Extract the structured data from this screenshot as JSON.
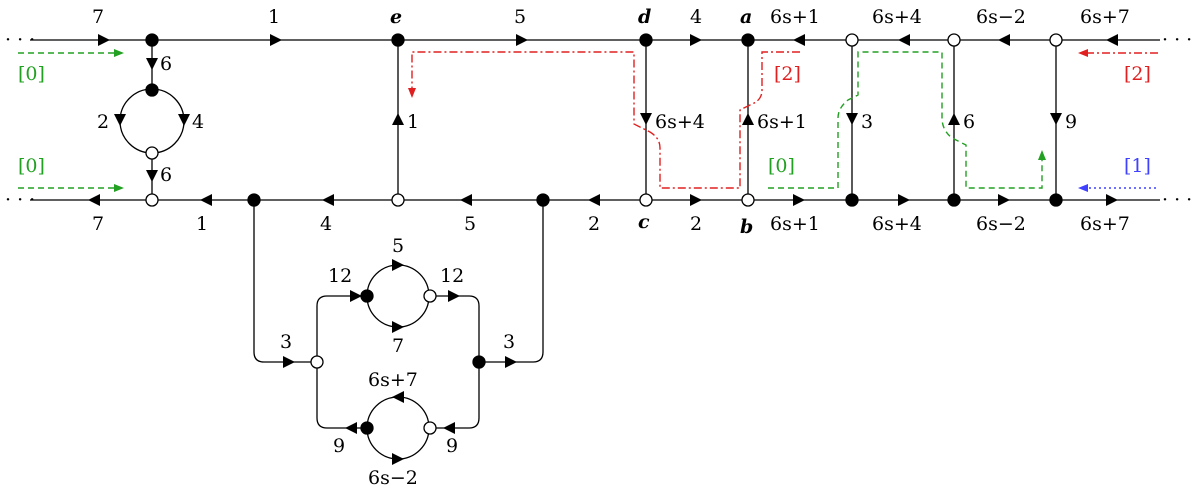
{
  "diagram": {
    "node_labels": {
      "e": "e",
      "d": "d",
      "a": "a",
      "c": "c",
      "b": "b"
    },
    "ellipsis": "· · ·",
    "edge_labels": {
      "top_left_7": "7",
      "top_1": "1",
      "top_5": "5",
      "top_4": "4",
      "top_6s1": "6s+1",
      "top_6s4": "6s+4",
      "top_6sm2": "6s−2",
      "top_6s7": "6s+7",
      "left_v_top_6": "6",
      "left_loop_2": "2",
      "left_loop_4": "4",
      "left_v_bot_6": "6",
      "e_vertical_1": "1",
      "d_vertical_6s4": "6s+4",
      "a_vertical_6s1": "6s+1",
      "v_3": "3",
      "v_6": "6",
      "v_9": "9",
      "bot_left_7": "7",
      "bot_1": "1",
      "bot_4": "4",
      "bot_5": "5",
      "bot_2a": "2",
      "bot_2b": "2",
      "bot_6s1": "6s+1",
      "bot_6s4": "6s+4",
      "bot_6sm2": "6s−2",
      "bot_6s7": "6s+7",
      "sub_3_left": "3",
      "sub_3_right": "3",
      "sub_12_left": "12",
      "sub_12_right": "12",
      "sub_loop_5": "5",
      "sub_loop_7": "7",
      "sub_9_left": "9",
      "sub_9_right": "9",
      "sub_loop_6s7": "6s+7",
      "sub_loop_6sm2": "6s−2"
    },
    "tags": {
      "green_left_top": "[0]",
      "green_left_bot": "[0]",
      "green_mid": "[0]",
      "red_mid": "[2]",
      "red_right": "[2]",
      "blue_right": "[1]"
    },
    "colors": {
      "line": "#000000",
      "green": "#22a022",
      "red": "#e02020",
      "blue": "#4040ff"
    }
  }
}
